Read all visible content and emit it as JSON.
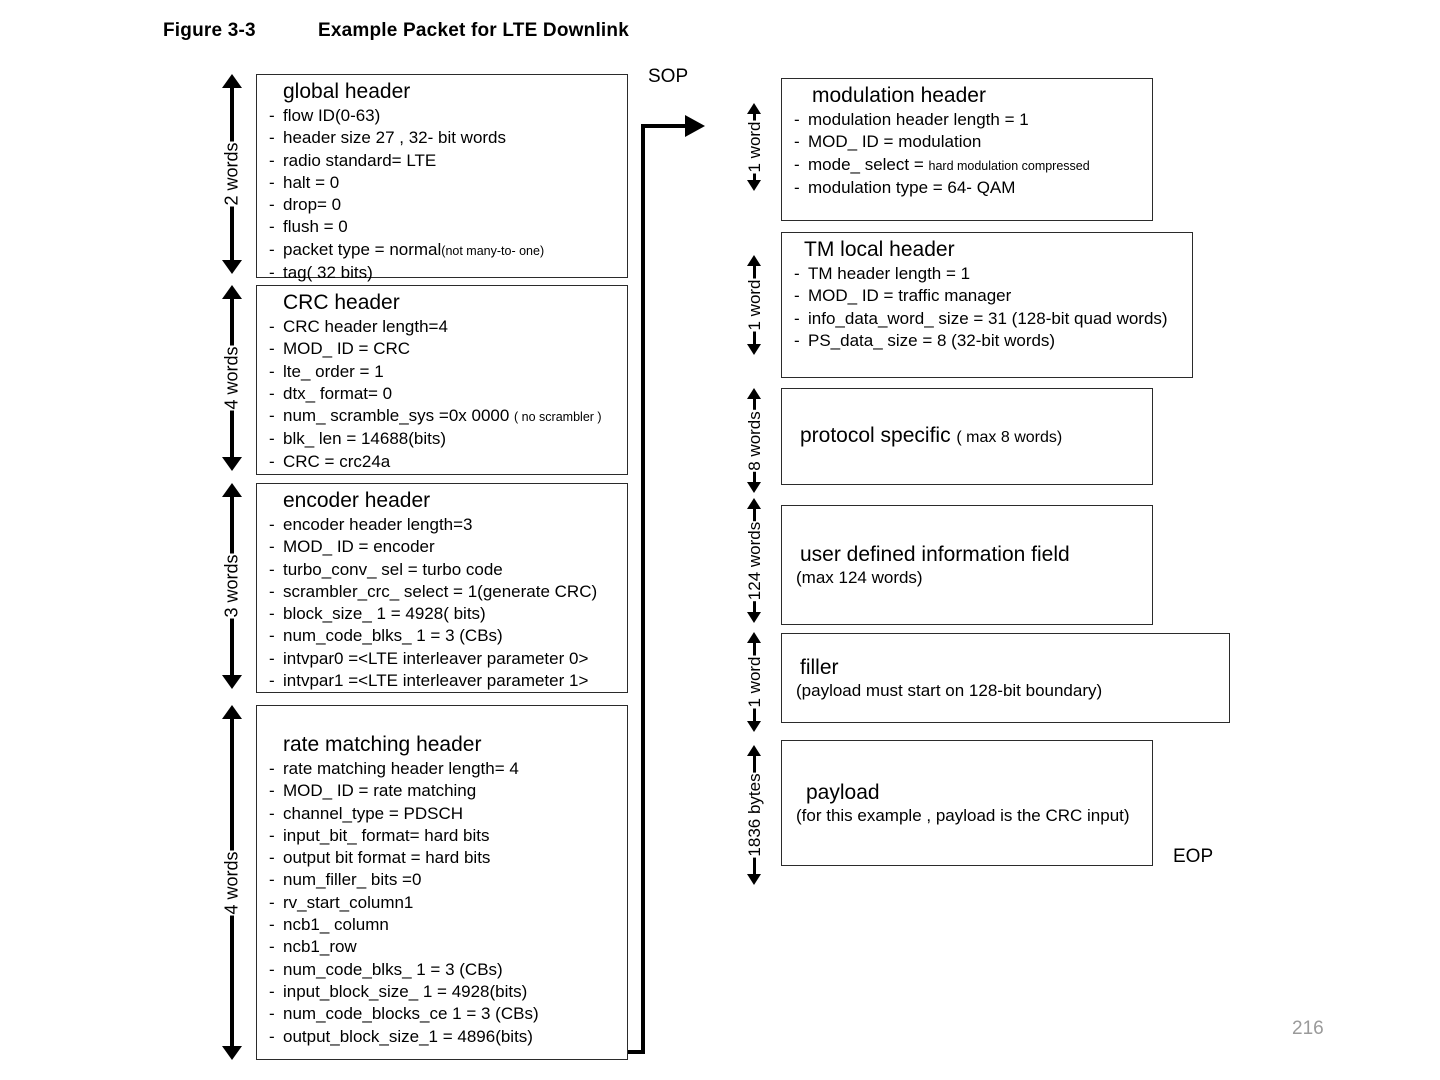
{
  "figure": {
    "number": "Figure 3-3",
    "caption": "Example Packet for LTE Downlink"
  },
  "page_number": "216",
  "markers": {
    "sop": "SOP",
    "eop": "EOP"
  },
  "left_column": [
    {
      "dim_label": "2 words",
      "title": "global header",
      "items": [
        {
          "text": "flow ID(0-63)"
        },
        {
          "text": "header size 27 , 32- bit words"
        },
        {
          "text": "radio standard= LTE"
        },
        {
          "text": "halt = 0"
        },
        {
          "text": "drop= 0"
        },
        {
          "text": "flush = 0"
        },
        {
          "text": "packet type =  normal",
          "small": "(not many-to- one)"
        },
        {
          "text": "tag( 32 bits)"
        }
      ]
    },
    {
      "dim_label": "4 words",
      "title": "CRC header",
      "items": [
        {
          "text": "CRC header length=4"
        },
        {
          "text": "MOD_ ID = CRC"
        },
        {
          "text": "lte_ order = 1"
        },
        {
          "text": "dtx_ format= 0"
        },
        {
          "text": "num_ scramble_sys =0x 0000",
          "small": "( no scrambler )"
        },
        {
          "text": "blk_ len =  14688(bits)"
        },
        {
          "text": "CRC = crc24a"
        }
      ]
    },
    {
      "dim_label": "3 words",
      "title": "encoder header",
      "items": [
        {
          "text": "encoder header length=3"
        },
        {
          "text": "MOD_ ID = encoder"
        },
        {
          "text": "turbo_conv_ sel =  turbo code"
        },
        {
          "text": "scrambler_crc_ select = 1(generate CRC)"
        },
        {
          "text": "block_size_ 1 = 4928( bits)"
        },
        {
          "text": "num_code_blks_ 1 = 3 (CBs)"
        },
        {
          "text": "intvpar0 =<LTE interleaver parameter 0>"
        },
        {
          "text": "intvpar1 =<LTE interleaver parameter 1>"
        }
      ]
    },
    {
      "dim_label": "4 words",
      "title": "rate matching header",
      "items": [
        {
          "text": "rate matching header length= 4"
        },
        {
          "text": "MOD_ ID =  rate matching"
        },
        {
          "text": "channel_type = PDSCH"
        },
        {
          "text": "input_bit_ format= hard bits"
        },
        {
          "text": "output bit format = hard bits"
        },
        {
          "text": "num_filler_ bits =0"
        },
        {
          "text": "rv_start_column1"
        },
        {
          "text": "ncb1_ column"
        },
        {
          "text": "ncb1_row"
        },
        {
          "text": "num_code_blks_ 1 = 3 (CBs)"
        },
        {
          "text": "input_block_size_ 1 = 4928(bits)"
        },
        {
          "text": "num_code_blocks_ce 1 = 3 (CBs)"
        },
        {
          "text": "output_block_size_1 = 4896(bits)"
        }
      ]
    }
  ],
  "right_column": [
    {
      "dim_label": "1 word",
      "title": "modulation header",
      "items": [
        {
          "text": "modulation header length = 1"
        },
        {
          "text": "MOD_ ID = modulation"
        },
        {
          "text": "mode_ select =  ",
          "small": "hard modulation compressed"
        },
        {
          "text": "modulation type = 64- QAM"
        }
      ]
    },
    {
      "dim_label": "1 word",
      "title": "TM local header",
      "items": [
        {
          "text": "TM header length = 1"
        },
        {
          "text": "MOD_ ID =  traffic manager"
        },
        {
          "text": "info_data_word_ size = 31 (128-bit quad words)"
        },
        {
          "text": "PS_data_ size = 8 (32-bit words)"
        }
      ]
    },
    {
      "dim_label": "8 words",
      "title": "protocol specific ",
      "title_small": "( max 8 words)",
      "items": []
    },
    {
      "dim_label": "124 words",
      "title": "user defined information field",
      "note": "(max 124 words)",
      "items": []
    },
    {
      "dim_label": "1 word",
      "title": "filler",
      "note": "(payload must start on  128-bit boundary)",
      "items": []
    },
    {
      "dim_label": "1836 bytes",
      "title": "payload",
      "note": "(for this example , payload is the CRC input)",
      "items": []
    }
  ]
}
